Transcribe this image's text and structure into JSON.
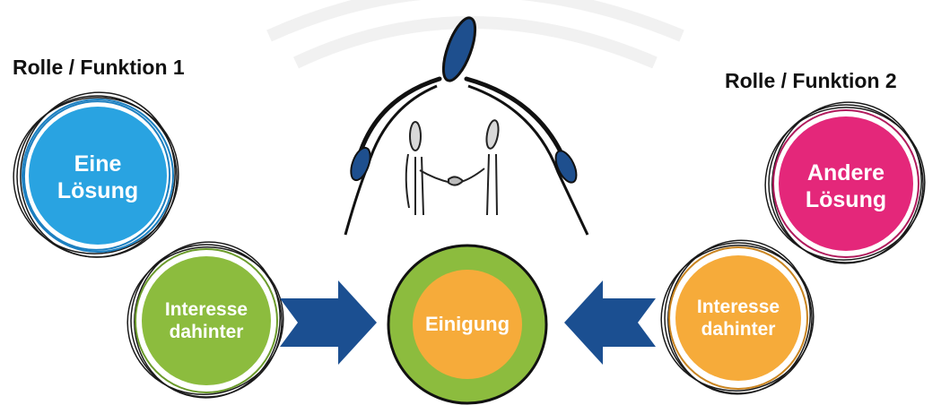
{
  "colors": {
    "blue": "#29a3e1",
    "green": "#8cbc3e",
    "orange": "#f6ab3a",
    "pink": "#e4277a",
    "arrow": "#1b4f91",
    "figure_blue": "#1e4f8e",
    "ink": "#111111"
  },
  "left": {
    "role_title": "Rolle / Funktion 1",
    "solution": [
      "Eine",
      "Lösung"
    ],
    "interest": [
      "Interesse",
      "dahinter"
    ]
  },
  "right": {
    "role_title": "Rolle / Funktion 2",
    "solution": [
      "Andere",
      "Lösung"
    ],
    "interest": [
      "Interesse",
      "dahinter"
    ]
  },
  "center": {
    "label": "Einigung"
  },
  "icons": {
    "figure": "mediator-figure-icon",
    "arrow_left": "arrow-right-icon",
    "arrow_right": "arrow-left-icon"
  }
}
